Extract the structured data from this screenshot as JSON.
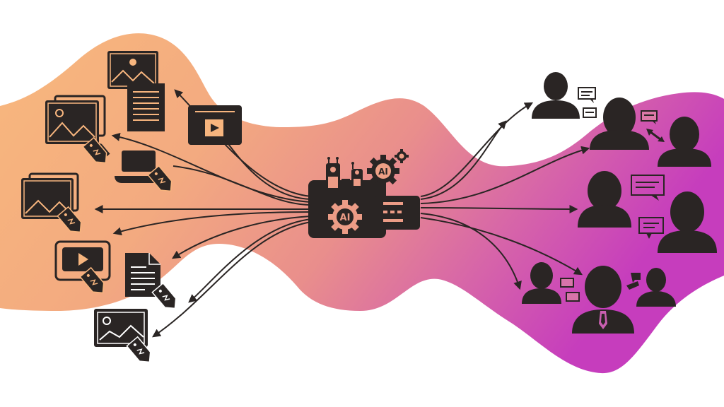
{
  "diagram": {
    "title": "",
    "description": "AI processing hub distributing tagged content to people",
    "colors": {
      "background": "#ffffff",
      "blob_left": "#f7b57e",
      "blob_mid": "#ec9c86",
      "blob_right": "#c847b8",
      "ink": "#2a2524"
    },
    "hub": {
      "name": "AI processing unit",
      "labels": [
        "AI",
        "AI"
      ]
    },
    "left_items": [
      {
        "type": "image",
        "tagged": false
      },
      {
        "type": "document",
        "tagged": false
      },
      {
        "type": "video-window",
        "tagged": false
      },
      {
        "type": "image-stack",
        "tagged": true
      },
      {
        "type": "laptop",
        "tagged": true
      },
      {
        "type": "image-stack",
        "tagged": true
      },
      {
        "type": "video-monitor",
        "tagged": true
      },
      {
        "type": "document",
        "tagged": true
      },
      {
        "type": "image",
        "tagged": true
      }
    ],
    "right_items": [
      {
        "type": "person-with-chat"
      },
      {
        "type": "person"
      },
      {
        "type": "person-exchange"
      },
      {
        "type": "person-with-chat"
      },
      {
        "type": "person"
      },
      {
        "type": "person-with-chat"
      },
      {
        "type": "businessman"
      },
      {
        "type": "person-exchange"
      }
    ]
  }
}
